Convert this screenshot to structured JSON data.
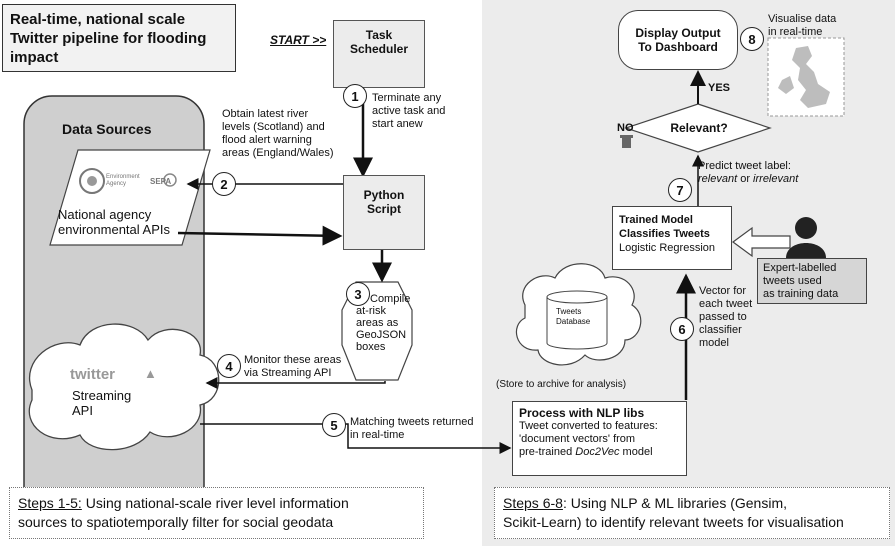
{
  "title": {
    "line1": "Real-time, national scale",
    "line2": "Twitter pipeline for flooding",
    "line3": "impact"
  },
  "start_label": "START >>",
  "task_scheduler": {
    "line1": "Task",
    "line2": "Scheduler"
  },
  "data_sources_title": "Data Sources",
  "national_agency": {
    "line1": "National agency",
    "line2": "environmental APIs",
    "logo_left": "Environment Agency",
    "logo_right": "SEPA"
  },
  "twitter": {
    "logo": "twitter",
    "line1": "Streaming",
    "line2": "API"
  },
  "python_script": {
    "line1": "Python",
    "line2": "Script"
  },
  "compile": {
    "line1": "Compile",
    "line2": "at-risk",
    "line3": "areas as",
    "line4": "GeoJSON",
    "line5": "boxes"
  },
  "steps": {
    "s1": {
      "num": "1",
      "line1": "Terminate any",
      "line2": "active task and",
      "line3": "start anew"
    },
    "s2": {
      "num": "2",
      "line1": "Obtain latest river",
      "line2": "levels (Scotland) and",
      "line3": "flood alert warning",
      "line4": "areas (England/Wales)"
    },
    "s3": {
      "num": "3"
    },
    "s4": {
      "num": "4",
      "line1": "Monitor these areas",
      "line2": "via Streaming API"
    },
    "s5": {
      "num": "5",
      "line1": "Matching tweets returned",
      "line2": "in real-time"
    },
    "s6": {
      "num": "6",
      "line1": "Vector for",
      "line2": "each tweet",
      "line3": "passed to",
      "line4": "classifier",
      "line5": "model"
    },
    "s7": {
      "num": "7",
      "line1": "Predict tweet label:",
      "line2a": "relevant",
      "line2b": " or ",
      "line2c": "irrelevant"
    },
    "s8": {
      "num": "8",
      "line1": "Visualise data",
      "line2": "in real-time"
    }
  },
  "tweets_database": {
    "line1": "Tweets",
    "line2": "Database"
  },
  "archive_note": "(Store to archive for analysis)",
  "nlp_box": {
    "title": "Process with NLP libs",
    "line1": "Tweet converted to features:",
    "line2": "'document vectors' from",
    "line3a": "pre-trained ",
    "line3b": "Doc2Vec",
    "line3c": " model"
  },
  "trained_model": {
    "line1": "Trained Model",
    "line2": "Classifies Tweets",
    "line3": "Logistic Regression"
  },
  "expert_box": {
    "line1": "Expert-labelled",
    "line2": "tweets used",
    "line3": "as training data"
  },
  "relevant": "Relevant?",
  "yes": "YES",
  "no": "NO",
  "display_output": {
    "line1": "Display Output",
    "line2": "To Dashboard"
  },
  "footer_left": {
    "underlined": "Steps 1-5:",
    "rest1": " Using national-scale river level information",
    "line2": "sources to spatiotemporally filter for social geodata"
  },
  "footer_right": {
    "underlined": "Steps 6-8",
    "rest1": ": Using NLP & ML libraries (Gensim,",
    "line2": "Scikit-Learn) to identify relevant tweets for visualisation"
  }
}
